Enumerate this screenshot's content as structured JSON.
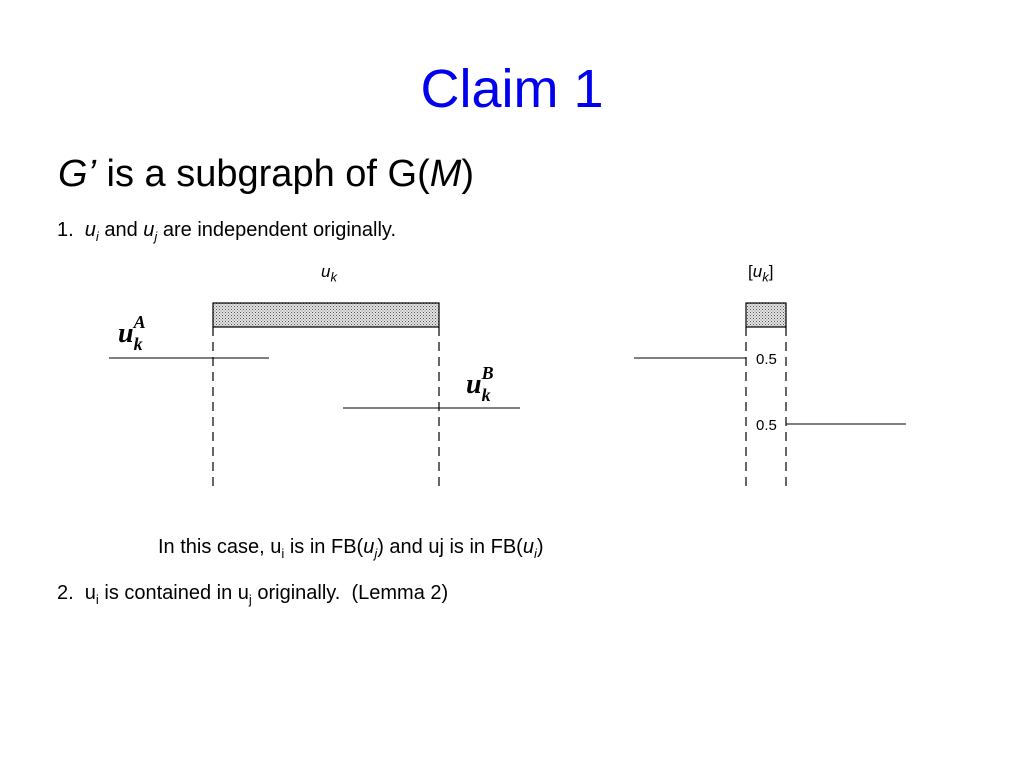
{
  "title": "Claim 1",
  "colors": {
    "title": "#0000ee",
    "text": "#000000",
    "bar_fill": "#cccccc"
  },
  "subtitle": {
    "g_prime": "G’",
    "middle": " is a subgraph of G(",
    "m": "M",
    "close": ")"
  },
  "item1": {
    "prefix": "1.  ",
    "ui_base": "u",
    "ui_sub": "i",
    "and": " and ",
    "uj_base": "u",
    "uj_sub": "j",
    "rest": " are independent originally."
  },
  "diagram": {
    "uk_label_base": "u",
    "uk_label_sub": "k",
    "bracket_open": "[",
    "bracket_base": "u",
    "bracket_sub": "k",
    "bracket_close": "]",
    "ukA": {
      "base": "u",
      "sub": "k",
      "sup": "A"
    },
    "ukB": {
      "base": "u",
      "sub": "k",
      "sup": "B"
    },
    "val_top": "0.5",
    "val_bottom": "0.5"
  },
  "case_text": {
    "a": "In this case, u",
    "a_sub": "i",
    "b": " is in FB(",
    "b_it": "u",
    "b_sub": "j",
    "c": ") and uj is in FB(",
    "c_it": "u",
    "c_sub": "i",
    "d": ")"
  },
  "item2": {
    "prefix": "2.  u",
    "ui_sub": "i",
    "middle": " is contained in u",
    "uj_sub": "j",
    "rest": " originally.  (Lemma 2)"
  }
}
